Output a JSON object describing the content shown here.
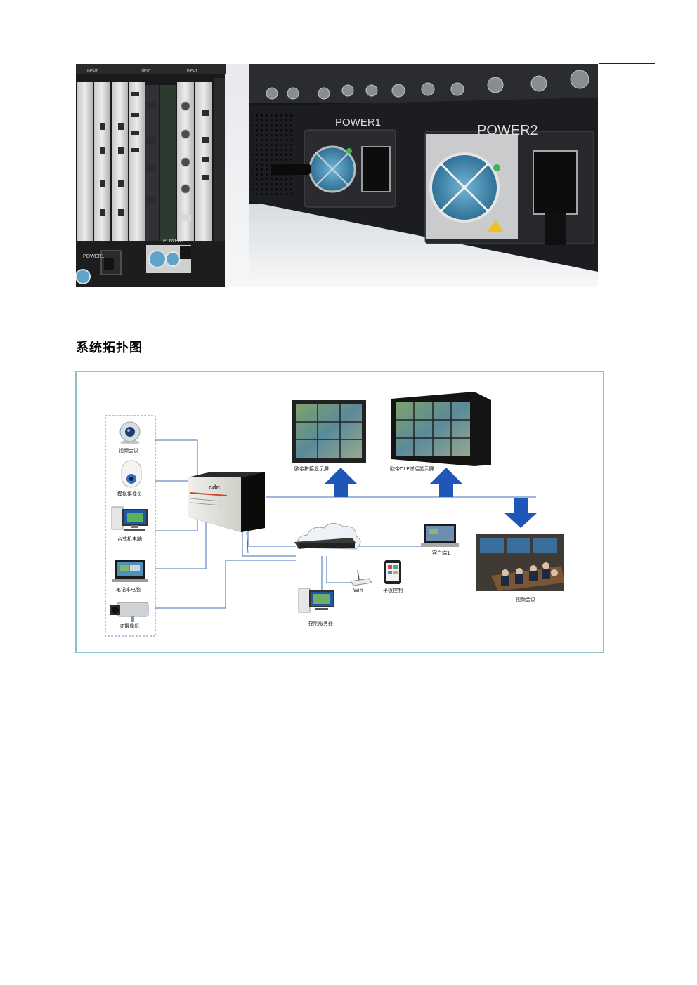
{
  "photos": {
    "left": {
      "input_labels": [
        "INPUT",
        "INPUT",
        "INPUT"
      ],
      "power_labels": [
        "POWER1",
        "POWER2"
      ]
    },
    "right": {
      "power_labels": [
        "POWER1",
        "POWER2"
      ]
    }
  },
  "section": {
    "title": "系统拓扑图"
  },
  "diagram": {
    "sources": {
      "video_conference": "视频会议",
      "analog_camera": "模拟摄像头",
      "desktop_pc": "台式机电脑",
      "laptop": "笔记本电脑",
      "ip_camera": "IP摄像机"
    },
    "processor_brand": "cdn",
    "displays": {
      "splice_screen": "欧帝拼接显示屏",
      "dlp_screen": "欧帝DLP拼接显示屏"
    },
    "client": "客户端1",
    "wifi": "Wifi",
    "tablet": "平板控制",
    "control_server": "控制服务器",
    "conference_room": "视频会议"
  },
  "colors": {
    "line_blue": "#3f6fb5",
    "arrow_blue": "#1f57b8",
    "frame": "#8fc3c4"
  }
}
